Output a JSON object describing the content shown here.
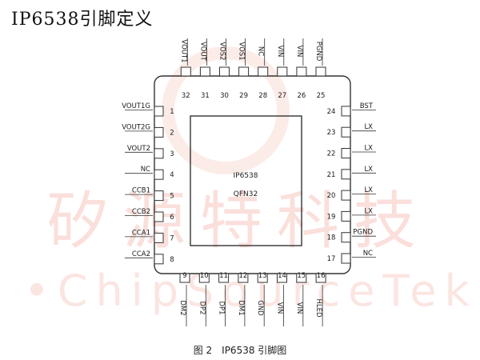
{
  "heading": "IP6538引脚定义",
  "watermark": {
    "cn": "矽源特科技",
    "en": "•ChipSourceTek•"
  },
  "chip": {
    "name": "IP6538",
    "package": "QFN32"
  },
  "pins": {
    "left": [
      {
        "num": "1",
        "name": "VOUT1G"
      },
      {
        "num": "2",
        "name": "VOUT2G"
      },
      {
        "num": "3",
        "name": "VOUT2"
      },
      {
        "num": "4",
        "name": "NC"
      },
      {
        "num": "5",
        "name": "CCB1"
      },
      {
        "num": "6",
        "name": "CCB2"
      },
      {
        "num": "7",
        "name": "CCA1"
      },
      {
        "num": "8",
        "name": "CCA2"
      }
    ],
    "bottom": [
      {
        "num": "9",
        "name": "DM2"
      },
      {
        "num": "10",
        "name": "DP2"
      },
      {
        "num": "11",
        "name": "DP1"
      },
      {
        "num": "12",
        "name": "DM1"
      },
      {
        "num": "13",
        "name": "GND"
      },
      {
        "num": "14",
        "name": "VIN"
      },
      {
        "num": "15",
        "name": "VIN"
      },
      {
        "num": "16",
        "name": "HLED"
      }
    ],
    "right": [
      {
        "num": "17",
        "name": "NC"
      },
      {
        "num": "18",
        "name": "PGND"
      },
      {
        "num": "19",
        "name": "LX"
      },
      {
        "num": "20",
        "name": "LX"
      },
      {
        "num": "21",
        "name": "LX"
      },
      {
        "num": "22",
        "name": "LX"
      },
      {
        "num": "23",
        "name": "LX"
      },
      {
        "num": "24",
        "name": "BST"
      }
    ],
    "top": [
      {
        "num": "25",
        "name": "PGND"
      },
      {
        "num": "26",
        "name": "VIN"
      },
      {
        "num": "27",
        "name": "VIN"
      },
      {
        "num": "28",
        "name": "NC"
      },
      {
        "num": "29",
        "name": "VOS1"
      },
      {
        "num": "30",
        "name": "VOS2"
      },
      {
        "num": "31",
        "name": "VOUT"
      },
      {
        "num": "32",
        "name": "VOUT1"
      }
    ]
  },
  "caption": "图 2　IP6538 引脚图"
}
